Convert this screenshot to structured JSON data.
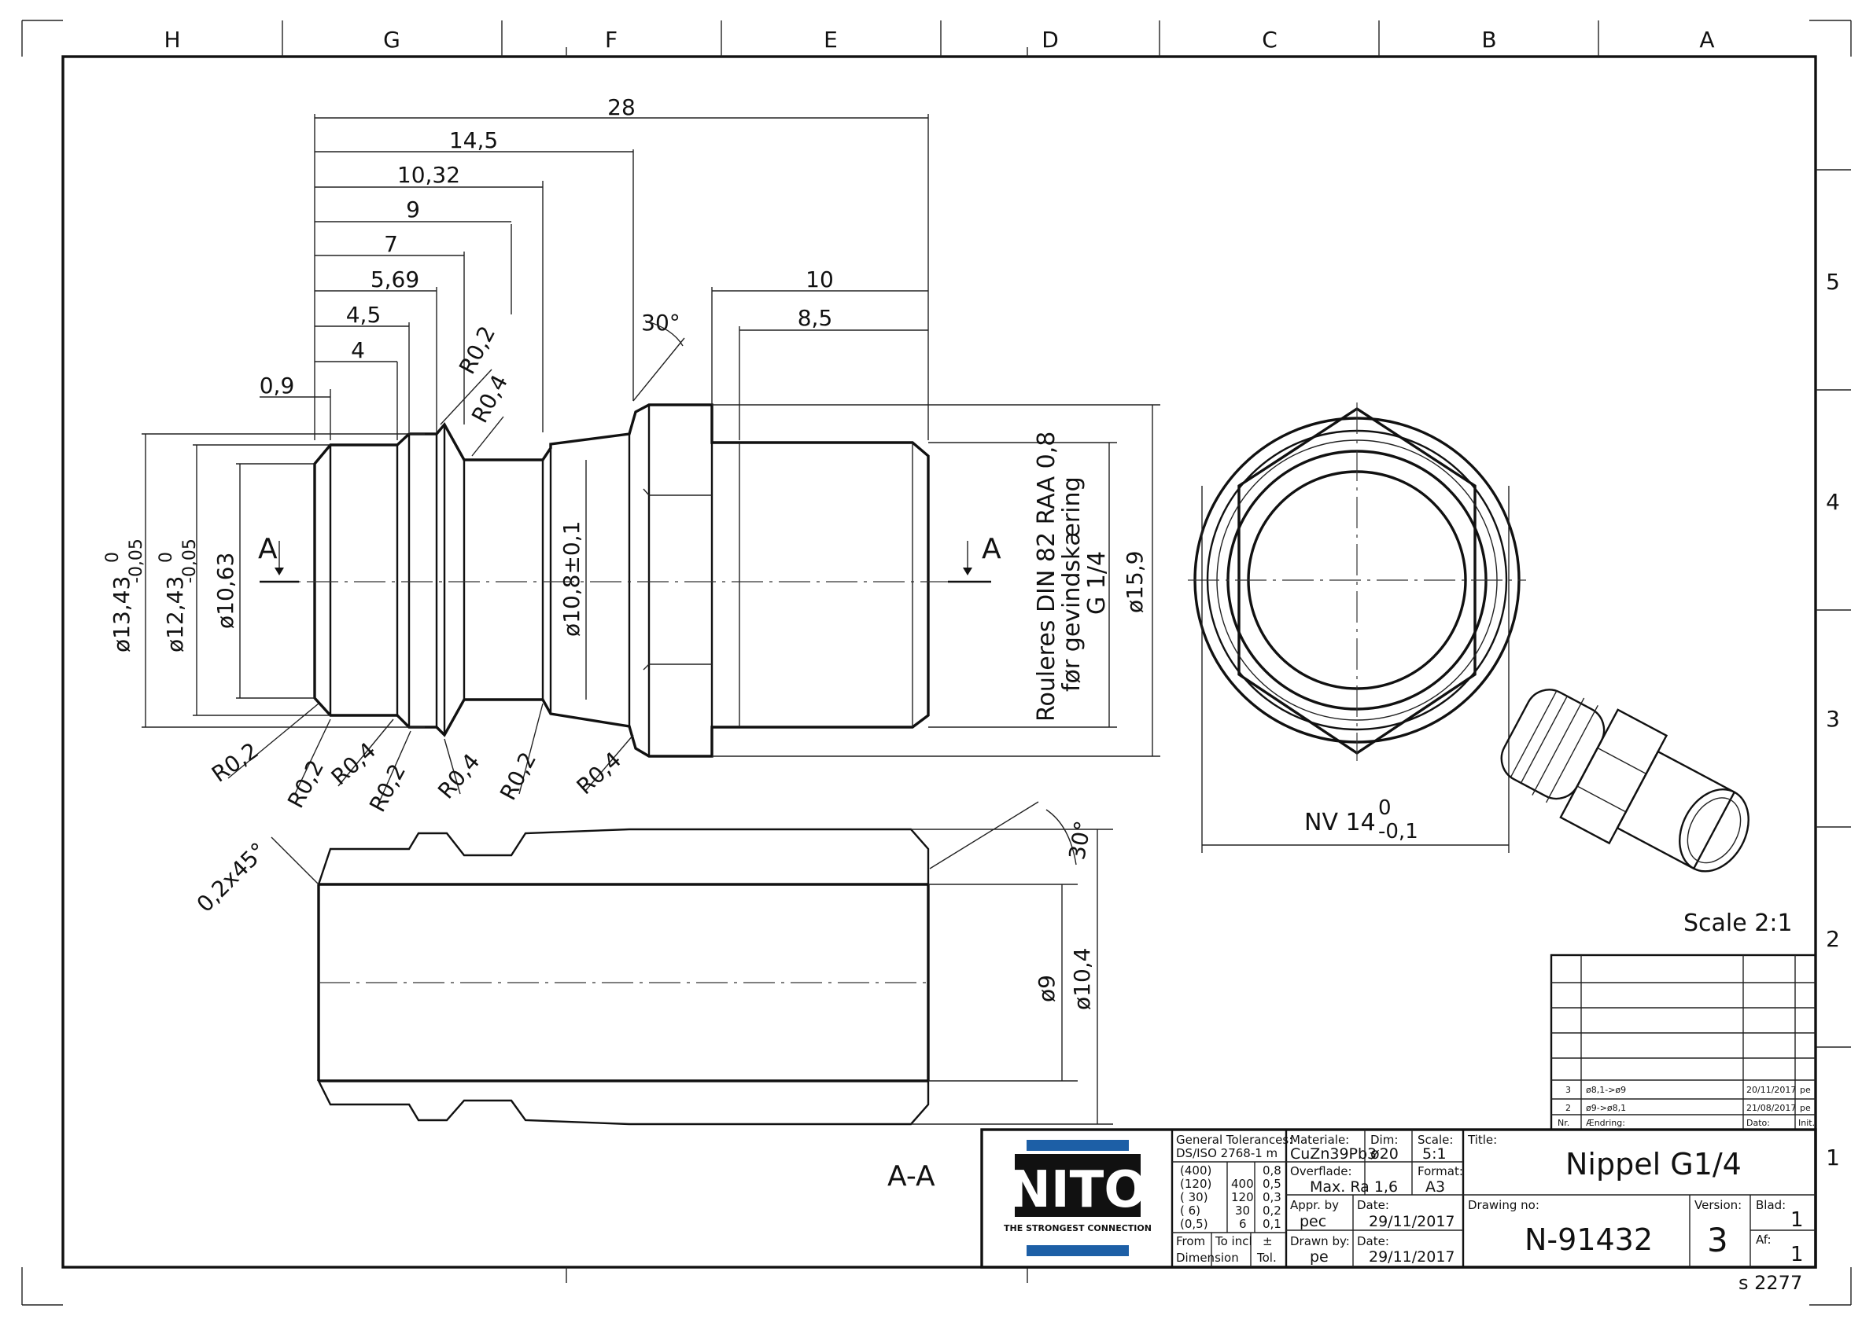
{
  "frame": {
    "col_letters": [
      "H",
      "G",
      "F",
      "E",
      "D",
      "C",
      "B",
      "A"
    ],
    "row_numbers": [
      "5",
      "4",
      "3",
      "2",
      "1"
    ]
  },
  "dims_top": [
    "28",
    "14,5",
    "10,32",
    "9",
    "7",
    "5,69",
    "4,5",
    "4",
    "0,9",
    "10",
    "8,5",
    "30°"
  ],
  "dims_left": {
    "d1343": "ø13,43",
    "d1343_tol_up": "0",
    "d1343_tol_dn": "-0,05",
    "d1243": "ø12,43",
    "d1243_tol_up": "0",
    "d1243_tol_dn": "-0,05",
    "d1063": "ø10,63",
    "d108": "ø10,8±0,1",
    "d159": "ø15,9"
  },
  "radii_top": [
    "R0,2",
    "R0,4"
  ],
  "radii_bottom": [
    "R0,2",
    "R0,2",
    "R0,4",
    "R0,2",
    "R0,4",
    "R0,2",
    "R0,4"
  ],
  "section_marks": {
    "left": "A",
    "right": "A",
    "label": "A-A"
  },
  "knurl_note": [
    "Rouleres DIN 82 RAA 0,8",
    "før gevindskæring",
    "G 1/4"
  ],
  "hex": {
    "nv": "NV 14",
    "tol_up": "0",
    "tol_dn": "-0,1"
  },
  "section_dims": {
    "chamfer": "0,2x45°",
    "angle": "30°",
    "d9": "ø9",
    "d104": "ø10,4"
  },
  "iso_scale": "Scale 2:1",
  "revisions": {
    "rows": [
      {
        "nr": "3",
        "text": "ø8,1->ø9",
        "date": "20/11/2017",
        "init": "pe"
      },
      {
        "nr": "2",
        "text": "ø9->ø8,1",
        "date": "21/08/2017",
        "init": "pe"
      }
    ],
    "header": {
      "nr": "Nr.",
      "text": "Ændring:",
      "date": "Dato:",
      "init": "Init."
    }
  },
  "logo": {
    "brand": "NITO",
    "tagline": "THE STRONGEST CONNECTION"
  },
  "title_block": {
    "gen_tol_label": "General Tolerances:",
    "gen_tol_std": "DS/ISO 2768-1 m",
    "tol_rows": [
      {
        "a": "(400)",
        "b": "",
        "c": "0,8"
      },
      {
        "a": "(120)",
        "b": "400",
        "c": "0,5"
      },
      {
        "a": "( 30)",
        "b": "120",
        "c": "0,3"
      },
      {
        "a": "(  6)",
        "b": "30",
        "c": "0,2"
      },
      {
        "a": "(0,5)",
        "b": "6",
        "c": "0,1"
      }
    ],
    "from": "From",
    "to_incl": "To incl",
    "pm": "±",
    "dimension": "Dimension",
    "tol": "Tol.",
    "material_label": "Materiale:",
    "material": "CuZn39Pb3",
    "dim_label": "Dim:",
    "dim": "ø20",
    "scale_label": "Scale:",
    "scale": "5:1",
    "surface_label": "Overflade:",
    "surface": "Max. Ra 1,6",
    "format_label": "Format:",
    "format": "A3",
    "appr_label": "Appr. by",
    "appr": "pec",
    "date_label": "Date:",
    "date1": "29/11/2017",
    "drawn_label": "Drawn by:",
    "drawn": "pe",
    "date2": "29/11/2017",
    "title_label": "Title:",
    "title": "Nippel G1/4",
    "drawing_no_label": "Drawing no:",
    "drawing_no": "N-91432",
    "version_label": "Version:",
    "version": "3",
    "blad_label": "Blad:",
    "blad": "1",
    "af_label": "Af:",
    "af": "1"
  },
  "sheet_code": "s 2277"
}
